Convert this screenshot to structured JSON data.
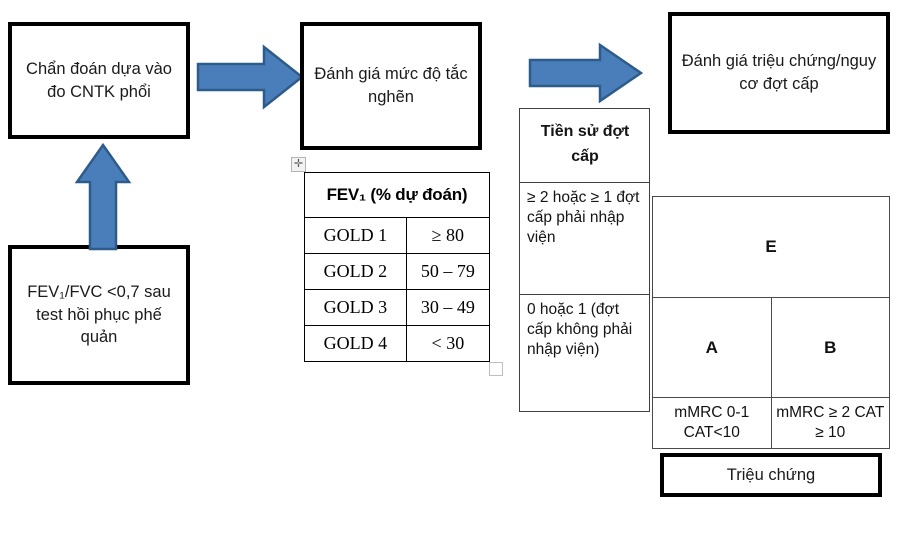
{
  "diagram": {
    "boxes": {
      "diagnosis": "Chẩn đoán dựa vào đo CNTK phổi",
      "spirometry_criteria": "FEV₁/FVC <0,7 sau test hồi phục phế quản",
      "obstruction": "Đánh giá mức độ tắc nghẽn",
      "symptom_risk": "Đánh giá triệu chứng/nguy cơ đợt cấp",
      "symptoms_footer": "Triệu chứng"
    },
    "fev_table": {
      "header": "FEV₁ (% dự đoán)",
      "rows": [
        {
          "grade": "GOLD 1",
          "value": "≥ 80"
        },
        {
          "grade": "GOLD 2",
          "value": "50 – 79"
        },
        {
          "grade": "GOLD 3",
          "value": "30 – 49"
        },
        {
          "grade": "GOLD 4",
          "value": "< 30"
        }
      ]
    },
    "history_table": {
      "header": "Tiền sử đợt cấp",
      "high_risk": "≥ 2 hoặc ≥ 1 đợt cấp phải nhập viện",
      "low_risk": "0 hoặc 1 (đợt cấp không phải nhập viện)"
    },
    "abe_grid": {
      "group_e": "E",
      "group_a": "A",
      "group_b": "B",
      "footer_left": "mMRC 0-1 CAT<10",
      "footer_right": "mMRC ≥ 2 CAT ≥ 10"
    },
    "arrows": {
      "arrow_1": "arrow-right",
      "arrow_2": "arrow-right",
      "arrow_3": "arrow-up"
    },
    "handles": {
      "move": "✛",
      "resize": ""
    },
    "colors": {
      "arrow_fill": "#4a7ebb",
      "arrow_stroke": "#2c5party",
      "box_border": "#000000"
    }
  }
}
